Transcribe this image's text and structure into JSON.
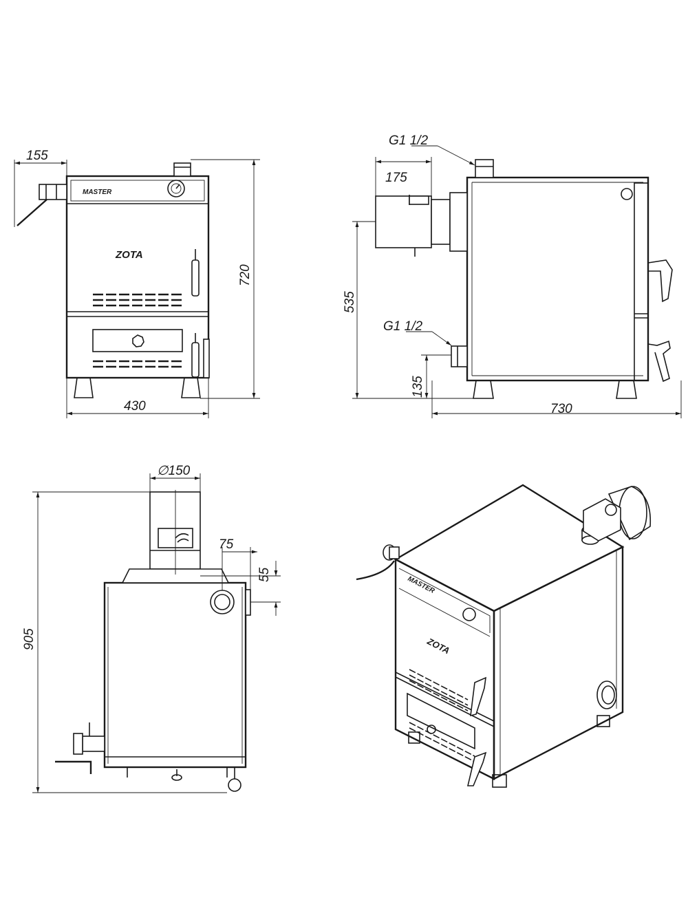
{
  "front_view": {
    "dim_handle": "155",
    "dim_height": "720",
    "dim_width": "430",
    "label_model": "MASTER",
    "label_brand": "ZOTA"
  },
  "side_view": {
    "dim_flue_outlet": "175",
    "dim_top_connection": "G1 1/2",
    "dim_bottom_connection": "G1 1/2",
    "dim_flue_height": "535",
    "dim_return_height": "135",
    "dim_depth": "730"
  },
  "rear_view": {
    "dim_flue_diameter": "∅150",
    "dim_offset_horizontal": "75",
    "dim_offset_vertical": "55",
    "dim_total_height": "905"
  },
  "iso_view": {
    "label_model": "MASTER",
    "label_brand": "ZOTA"
  }
}
